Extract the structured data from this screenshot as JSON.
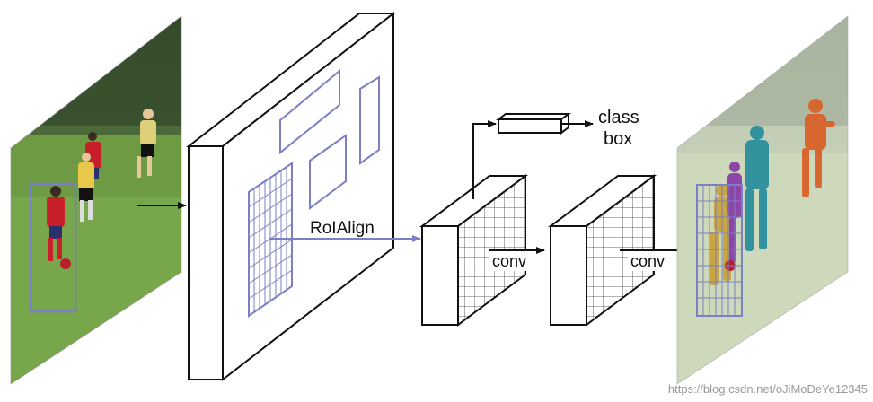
{
  "labels": {
    "roialign": "RoIAlign",
    "conv_first": "conv",
    "conv_second": "conv",
    "class_label": "class",
    "box_label": "box"
  },
  "watermark": "https://blog.csdn.net/oJiMoDeYe12345",
  "colors": {
    "outline": "#111111",
    "roi_box": "#7b7fc4",
    "arrow_blue": "#7b7fc4",
    "grass": "#6f9a45",
    "mask_orange": "#d9612a",
    "mask_purple": "#8a3fa7",
    "mask_teal": "#2a8f9c",
    "mask_yellow": "#c9a43a"
  },
  "icons": [
    "input-photo",
    "feature-map",
    "roi-grid",
    "conv-block",
    "fc-block",
    "output-photo"
  ]
}
